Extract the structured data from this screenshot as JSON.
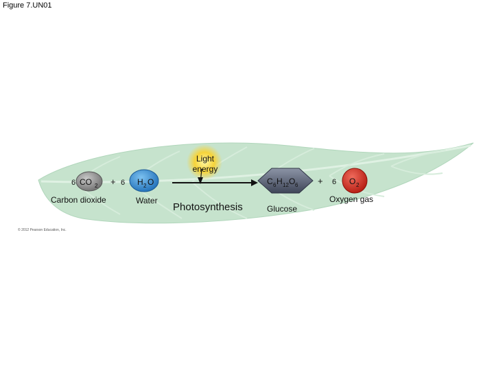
{
  "header": {
    "figure_label": "Figure 7.UN01"
  },
  "equation": {
    "co2": {
      "coefficient": "6",
      "formula": "CO",
      "subscript": "2",
      "name": "Carbon dioxide",
      "color": "#8a8a8a"
    },
    "plus1": "+",
    "h2o": {
      "coefficient": "6",
      "formula_prefix": "H",
      "subscript": "2",
      "formula_suffix": "O",
      "name": "Water",
      "color": "#3a8fd6"
    },
    "light": {
      "line1": "Light",
      "line2": "energy",
      "color": "#f6d33a"
    },
    "process": "Photosynthesis",
    "glucose": {
      "c": "C",
      "c_sub": "6",
      "h": "H",
      "h_sub": "12",
      "o": "O",
      "o_sub": "6",
      "name": "Glucose",
      "color": "#5d6577"
    },
    "plus2": "+",
    "o2": {
      "coefficient": "6",
      "formula": "O",
      "subscript": "2",
      "name": "Oxygen gas",
      "color": "#d8281e"
    }
  },
  "leaf_color": "#c6e3cd",
  "footer": {
    "copyright": "© 2012 Pearson Education, Inc."
  }
}
